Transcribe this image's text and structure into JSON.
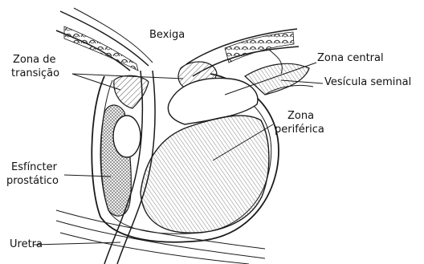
{
  "labels": {
    "bladder": "Bexiga",
    "transition_zone": [
      "Zona de",
      "transição"
    ],
    "central_zone": "Zona central",
    "seminal_vesicle": "Vesícula seminal",
    "peripheral_zone": [
      "Zona",
      "periférica"
    ],
    "prostatic_sphincter": [
      "Esfíncter",
      "prostático"
    ],
    "urethra": "Uretra"
  },
  "colors": {
    "ink": "#1a1a1a",
    "hatch": "#555555",
    "background": "#ffffff"
  }
}
